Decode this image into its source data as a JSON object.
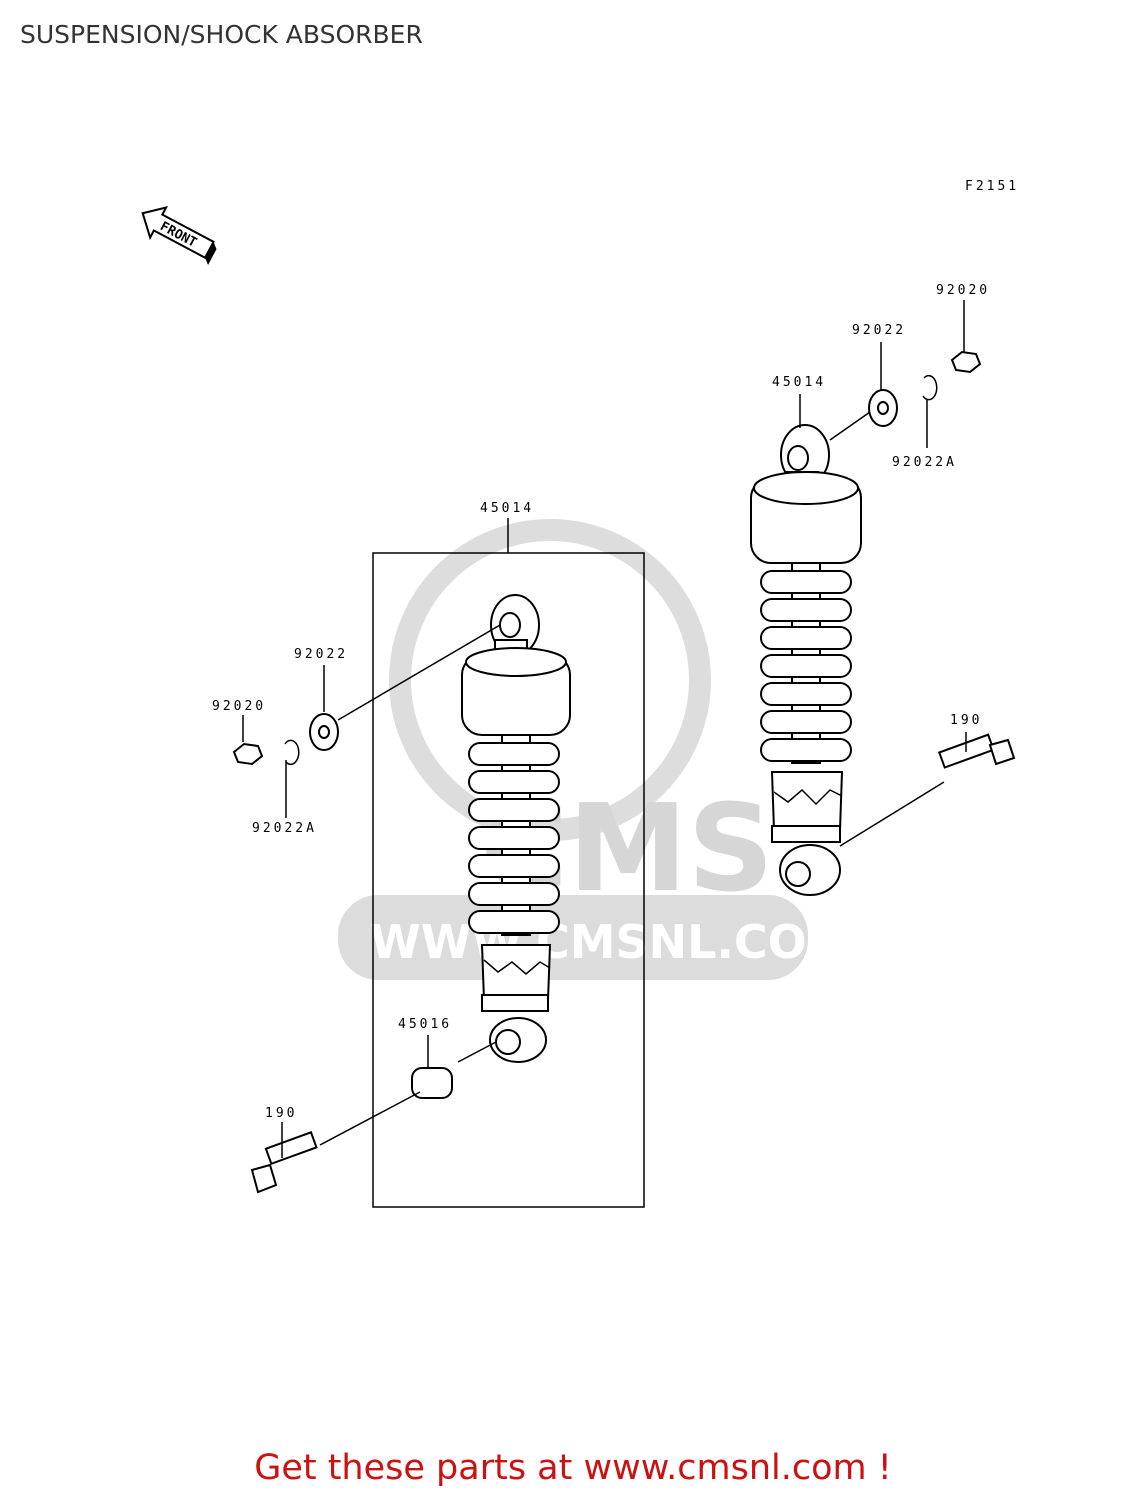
{
  "header": {
    "title": "SUSPENSION/SHOCK ABSORBER"
  },
  "diagram": {
    "figure_code": "F2151",
    "front_label": "FRONT",
    "watermark_text": "WWW.CMSNL.COM",
    "watermark_logo": "CMS",
    "labels": {
      "left_shock": "45014",
      "left_washer": "92022",
      "left_nut": "92020",
      "left_spring_washer": "92022A",
      "left_collar": "45016",
      "left_bolt": "190",
      "right_shock": "45014",
      "right_washer": "92022",
      "right_nut": "92020",
      "right_spring_washer": "92022A",
      "right_bolt": "190"
    }
  },
  "footer": {
    "link_text": "Get these parts at www.cmsnl.com !"
  }
}
